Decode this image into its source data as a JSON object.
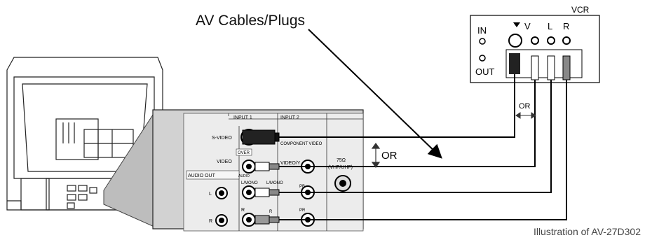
{
  "title": "AV Cables/Plugs",
  "caption": "Illustration of AV-27D302",
  "vcr": {
    "label": "VCR",
    "in_label": "IN",
    "out_label": "OUT",
    "jack_labels": {
      "v": "V",
      "l": "L",
      "r": "R"
    }
  },
  "tv_panel": {
    "input1": "INPUT 1",
    "input2": "INPUT 2",
    "s_video": "S-VIDEO",
    "over": "OVER",
    "video": "VIDEO",
    "component_video": "COMPONENT VIDEO",
    "audio_small": "AUDIO",
    "l_mono_1": "L/MONO",
    "l_mono_2": "L/MONO",
    "video_y": "VIDEO/Y",
    "pb": "PB",
    "pr": "PR",
    "r1": "R",
    "r2": "R",
    "audio_out": "AUDIO OUT",
    "l_out": "L",
    "r_out": "R",
    "ant_ohm": "75Ω",
    "ant_band": "(VHF/UHF)"
  },
  "or_labels": {
    "vertical": "OR",
    "horizontal": "OR"
  }
}
